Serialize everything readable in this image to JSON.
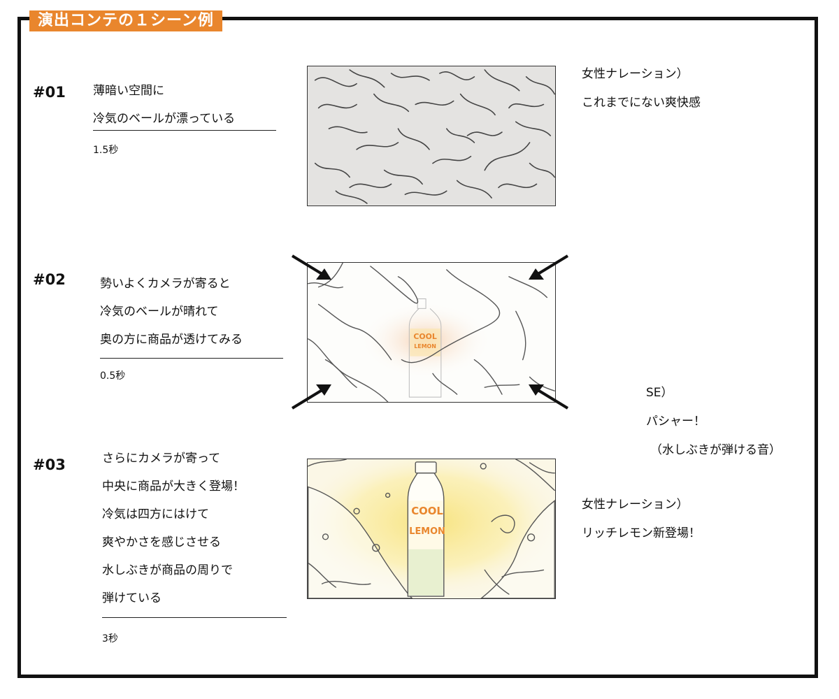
{
  "title": "演出コンテの１シーン例",
  "scenes": [
    {
      "number": "#01",
      "lines": [
        "薄暗い空間に",
        "冷気のベールが漂っている"
      ],
      "duration": "1.5秒"
    },
    {
      "number": "#02",
      "lines": [
        "勢いよくカメラが寄ると",
        "冷気のベールが晴れて",
        "奥の方に商品が透けてみる"
      ],
      "duration": "0.5秒"
    },
    {
      "number": "#03",
      "lines": [
        "さらにカメラが寄って",
        "中央に商品が大きく登場！",
        "冷気は四方にはけて",
        "爽やかさを感じさせる",
        "水しぶきが商品の周りで",
        "弾けている"
      ],
      "duration": "3秒"
    }
  ],
  "notes": {
    "narration1": [
      "女性ナレーション）",
      "これまでにない爽快感"
    ],
    "se": [
      "SE）",
      "パシャー！",
      "（水しぶきが弾ける音）"
    ],
    "narration2": [
      "女性ナレーション）",
      "リッチレモン新登場！"
    ]
  },
  "product": {
    "label_top": "COOL",
    "label_bottom": "LEMON"
  },
  "colors": {
    "accent_orange": "#e9862d",
    "frame": "#111111",
    "panel1_bg": "#e4e3e1",
    "glow_yellow": "#f7e27a"
  },
  "icons": {
    "zoom_arrows": "arrow-icon"
  }
}
